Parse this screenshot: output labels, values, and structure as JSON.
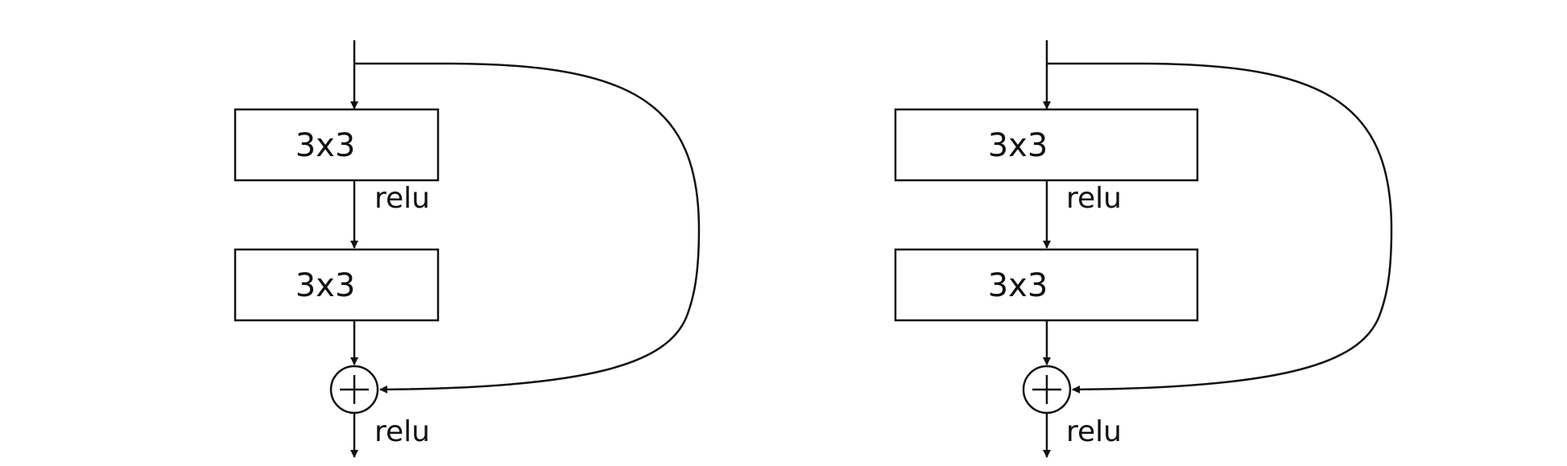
{
  "diagram": {
    "colors": {
      "stroke": "#111111",
      "background": "#ffffff"
    },
    "blocks": [
      {
        "id": "left-block",
        "layers": [
          {
            "label": "3x3",
            "activation": "relu"
          },
          {
            "label": "3x3",
            "activation": ""
          }
        ],
        "merge": {
          "symbol": "+",
          "activation": "relu"
        },
        "shortcut": true
      },
      {
        "id": "right-block",
        "layers": [
          {
            "label": "3x3",
            "activation": "relu"
          },
          {
            "label": "3x3",
            "activation": ""
          }
        ],
        "merge": {
          "symbol": "+",
          "activation": "relu"
        },
        "shortcut": true
      }
    ]
  }
}
